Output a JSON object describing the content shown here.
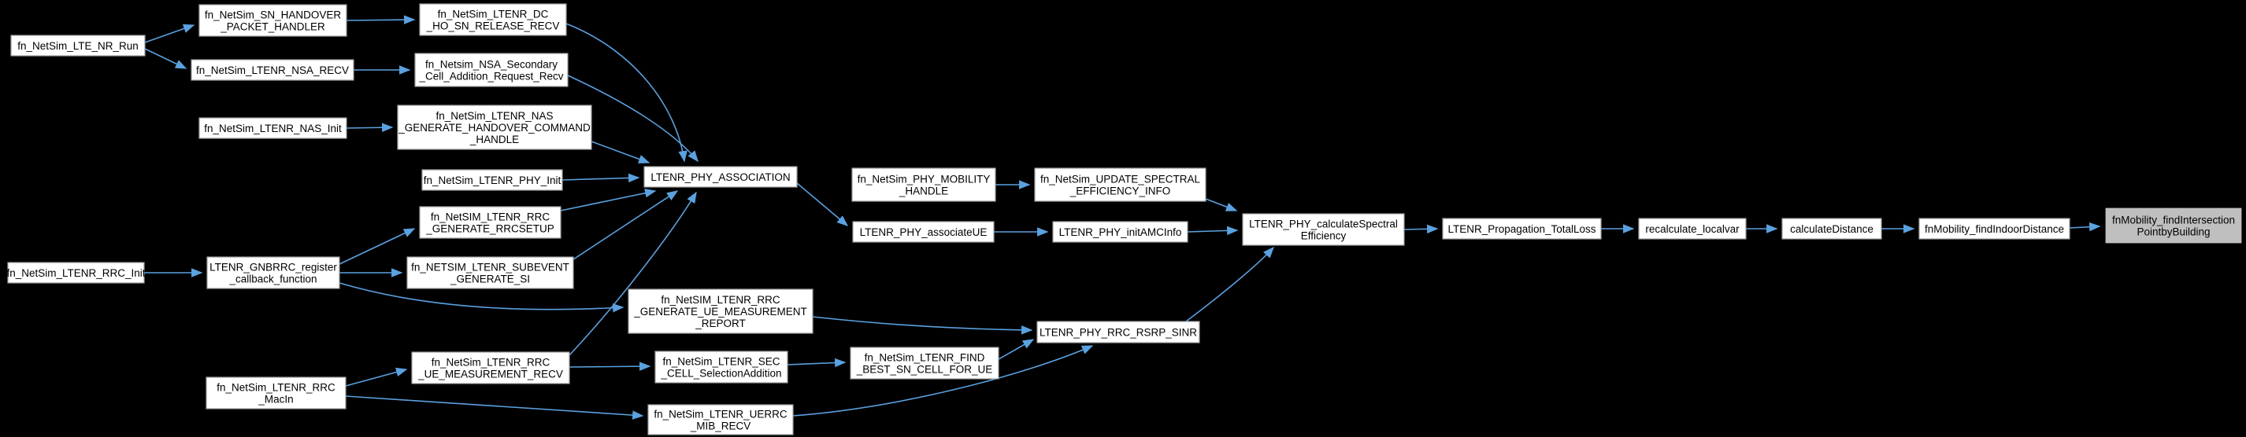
{
  "diagram": {
    "title": "call graph",
    "type": "doxygen-call-graph",
    "colors": {
      "background": "#000000",
      "edge": "#5AA1E0",
      "node_fill": "#FFFFFF",
      "node_border": "#9C9C9C",
      "highlight_fill": "#BFBFBF",
      "highlight_border": "#000000",
      "text": "#000000"
    },
    "nodes": [
      {
        "id": "lte_nr_run",
        "label": [
          "fn_NetSim_LTE_NR_Run"
        ],
        "highlighted": false
      },
      {
        "id": "sn_handover",
        "label": [
          "fn_NetSim_SN_HANDOVER",
          "_PACKET_HANDLER"
        ],
        "highlighted": false
      },
      {
        "id": "dc_ho",
        "label": [
          "fn_NetSim_LTENR_DC",
          "_HO_SN_RELEASE_RECV"
        ],
        "highlighted": false
      },
      {
        "id": "nsa_recv",
        "label": [
          "fn_NetSim_LTENR_NSA_RECV"
        ],
        "highlighted": false
      },
      {
        "id": "nsa_secondary",
        "label": [
          "fn_Netsim_NSA_Secondary",
          "_Cell_Addition_Request_Recv"
        ],
        "highlighted": false
      },
      {
        "id": "nas_init",
        "label": [
          "fn_NetSim_LTENR_NAS_Init"
        ],
        "highlighted": false
      },
      {
        "id": "nas_generate",
        "label": [
          "fn_NetSim_LTENR_NAS",
          "_GENERATE_HANDOVER_COMMAND",
          "_HANDLE"
        ],
        "highlighted": false
      },
      {
        "id": "phy_init",
        "label": [
          "fn_NetSim_LTENR_PHY_Init"
        ],
        "highlighted": false
      },
      {
        "id": "phy_association",
        "label": [
          "LTENR_PHY_ASSOCIATION"
        ],
        "highlighted": false
      },
      {
        "id": "rrc_init",
        "label": [
          "fn_NetSim_LTENR_RRC_Init"
        ],
        "highlighted": false
      },
      {
        "id": "gnbrrc",
        "label": [
          "LTENR_GNBRRC_register",
          "_callback_function"
        ],
        "highlighted": false
      },
      {
        "id": "rrcsetup",
        "label": [
          "fn_NetSIM_LTENR_RRC",
          "_GENERATE_RRCSETUP"
        ],
        "highlighted": false
      },
      {
        "id": "subevent",
        "label": [
          "fn_NETSIM_LTENR_SUBEVENT",
          "_GENERATE_SI"
        ],
        "highlighted": false
      },
      {
        "id": "report",
        "label": [
          "fn_NetSIM_LTENR_RRC",
          "_GENERATE_UE_MEASUREMENT",
          "_REPORT"
        ],
        "highlighted": false
      },
      {
        "id": "macin",
        "label": [
          "fn_NetSim_LTENR_RRC",
          "_MacIn"
        ],
        "highlighted": false
      },
      {
        "id": "ue_meas_recv",
        "label": [
          "fn_NetSim_LTENR_RRC",
          "_UE_MEASUREMENT_RECV"
        ],
        "highlighted": false
      },
      {
        "id": "sec_cell",
        "label": [
          "fn_NetSim_LTENR_SEC",
          "_CELL_SelectionAddition"
        ],
        "highlighted": false
      },
      {
        "id": "find_best",
        "label": [
          "fn_NetSim_LTENR_FIND",
          "_BEST_SN_CELL_FOR_UE"
        ],
        "highlighted": false
      },
      {
        "id": "uerrc_mib",
        "label": [
          "fn_NetSim_LTENR_UERRC",
          "_MIB_RECV"
        ],
        "highlighted": false
      },
      {
        "id": "rsrp_sinr",
        "label": [
          "LTENR_PHY_RRC_RSRP_SINR"
        ],
        "highlighted": false
      },
      {
        "id": "mobility_handle",
        "label": [
          "fn_NetSim_PHY_MOBILITY",
          "_HANDLE"
        ],
        "highlighted": false
      },
      {
        "id": "update_spectral",
        "label": [
          "fn_NetSim_UPDATE_SPECTRAL",
          "_EFFICIENCY_INFO"
        ],
        "highlighted": false
      },
      {
        "id": "associate_ue",
        "label": [
          "LTENR_PHY_associateUE"
        ],
        "highlighted": false
      },
      {
        "id": "init_amc",
        "label": [
          "LTENR_PHY_initAMCInfo"
        ],
        "highlighted": false
      },
      {
        "id": "calc_spectral",
        "label": [
          "LTENR_PHY_calculateSpectral",
          "Efficiency"
        ],
        "highlighted": false
      },
      {
        "id": "propagation",
        "label": [
          "LTENR_Propagation_TotalLoss"
        ],
        "highlighted": false
      },
      {
        "id": "recalculate",
        "label": [
          "recalculate_localvar"
        ],
        "highlighted": false
      },
      {
        "id": "calc_distance",
        "label": [
          "calculateDistance"
        ],
        "highlighted": false
      },
      {
        "id": "find_indoor",
        "label": [
          "fnMobility_findIndoorDistance"
        ],
        "highlighted": false
      },
      {
        "id": "target",
        "label": [
          "fnMobility_findIntersection",
          "PointbyBuilding"
        ],
        "highlighted": true
      }
    ],
    "edges": [
      {
        "from": "lte_nr_run",
        "to": "sn_handover"
      },
      {
        "from": "lte_nr_run",
        "to": "nsa_recv"
      },
      {
        "from": "sn_handover",
        "to": "dc_ho"
      },
      {
        "from": "nsa_recv",
        "to": "nsa_secondary"
      },
      {
        "from": "nas_init",
        "to": "nas_generate"
      },
      {
        "from": "dc_ho",
        "to": "phy_association"
      },
      {
        "from": "nsa_secondary",
        "to": "phy_association"
      },
      {
        "from": "nas_generate",
        "to": "phy_association"
      },
      {
        "from": "phy_init",
        "to": "phy_association"
      },
      {
        "from": "rrcsetup",
        "to": "phy_association"
      },
      {
        "from": "subevent",
        "to": "phy_association"
      },
      {
        "from": "ue_meas_recv",
        "to": "phy_association"
      },
      {
        "from": "rrc_init",
        "to": "gnbrrc"
      },
      {
        "from": "gnbrrc",
        "to": "rrcsetup"
      },
      {
        "from": "gnbrrc",
        "to": "subevent"
      },
      {
        "from": "gnbrrc",
        "to": "report"
      },
      {
        "from": "macin",
        "to": "ue_meas_recv"
      },
      {
        "from": "macin",
        "to": "uerrc_mib"
      },
      {
        "from": "ue_meas_recv",
        "to": "sec_cell"
      },
      {
        "from": "sec_cell",
        "to": "find_best"
      },
      {
        "from": "report",
        "to": "rsrp_sinr"
      },
      {
        "from": "find_best",
        "to": "rsrp_sinr"
      },
      {
        "from": "uerrc_mib",
        "to": "rsrp_sinr"
      },
      {
        "from": "rsrp_sinr",
        "to": "calc_spectral"
      },
      {
        "from": "phy_association",
        "to": "associate_ue"
      },
      {
        "from": "mobility_handle",
        "to": "update_spectral"
      },
      {
        "from": "update_spectral",
        "to": "calc_spectral"
      },
      {
        "from": "associate_ue",
        "to": "init_amc"
      },
      {
        "from": "init_amc",
        "to": "calc_spectral"
      },
      {
        "from": "calc_spectral",
        "to": "propagation"
      },
      {
        "from": "propagation",
        "to": "recalculate"
      },
      {
        "from": "recalculate",
        "to": "calc_distance"
      },
      {
        "from": "calc_distance",
        "to": "find_indoor"
      },
      {
        "from": "find_indoor",
        "to": "target"
      }
    ]
  }
}
